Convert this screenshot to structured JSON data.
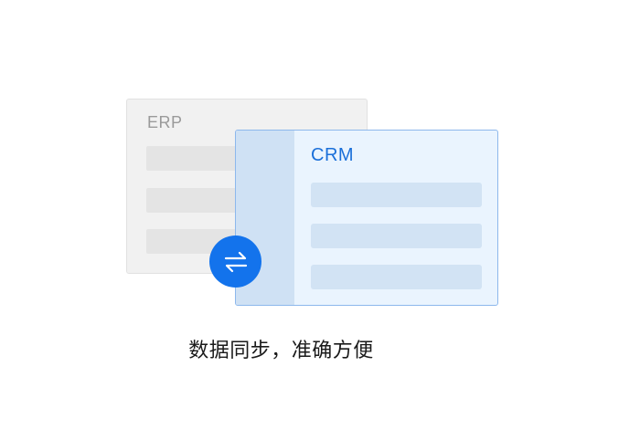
{
  "erp": {
    "title": "ERP"
  },
  "crm": {
    "title": "CRM"
  },
  "sync_button": {
    "icon": "swap-arrows-icon"
  },
  "caption": "数据同步，准确方便",
  "colors": {
    "accent": "#1373ec",
    "crm_title": "#1a6fd9",
    "crm_background": "#eaf4fe",
    "crm_border": "#8db8ec",
    "erp_background": "#f1f1f1",
    "erp_title": "#9a9a9a"
  }
}
